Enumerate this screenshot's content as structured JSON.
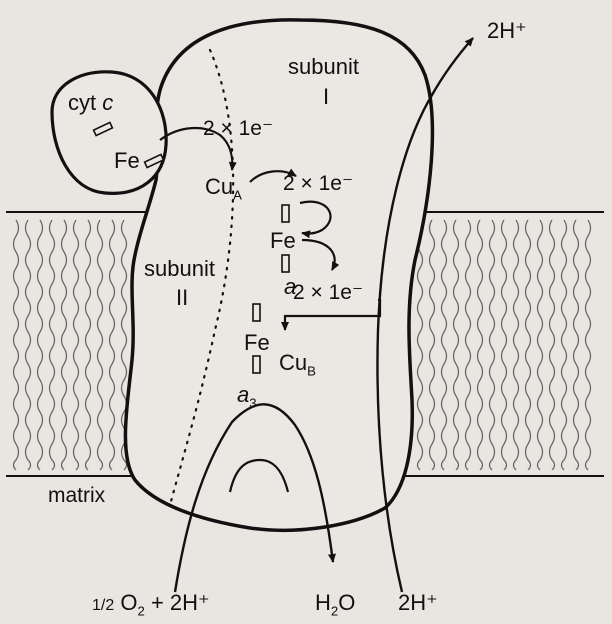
{
  "labels": {
    "cyt_c": "cyt c",
    "cyt_c_main": "cyt ",
    "cyt_c_italic": "c",
    "fe_cytc": "Fe",
    "two_e_1": "2 × 1e⁻",
    "cua_main": "Cu",
    "cua_sub": "A",
    "two_e_2": "2 × 1e⁻",
    "fe_a": "Fe",
    "heme_a": "a",
    "two_e_3": "2 × 1e⁻",
    "fe_a3": "Fe",
    "heme_a3_main": "a",
    "heme_a3_sub": "3",
    "cub_main": "Cu",
    "cub_sub": "B",
    "subunit_i_word": "subunit",
    "subunit_i_num": "I",
    "subunit_ii_word": "subunit",
    "subunit_ii_num": "II",
    "matrix": "matrix",
    "proton_out": "2H⁺",
    "oxygen_frac": "1/2",
    "oxygen_main": "O",
    "oxygen_sub": "2",
    "oxygen_rest": " + 2H⁺",
    "water_main": "H",
    "water_sub": "2",
    "water_end": "O",
    "proton_in": "2H⁺"
  },
  "colors": {
    "ink": "#111111",
    "background": "#e9e6e1",
    "membrane_texture": "#6a6a6a"
  }
}
